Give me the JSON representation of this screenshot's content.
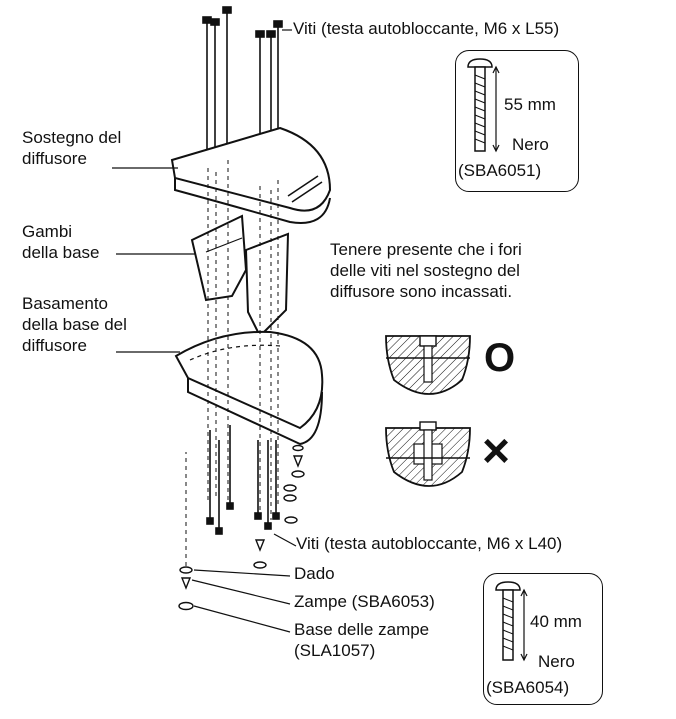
{
  "labels": {
    "screws_top": "Viti (testa autobloccante, M6 x L55)",
    "speaker_support_line1": "Sostegno del",
    "speaker_support_line2": "diffusore",
    "base_legs_line1": "Gambi",
    "base_legs_line2": "della base",
    "stand_base_line1": "Basamento",
    "stand_base_line2": "della base del",
    "stand_base_line3": "diffusore",
    "screws_bottom": "Viti (testa autobloccante, M6 x L40)",
    "nut": "Dado",
    "feet": "Zampe (SBA6053)",
    "feet_base_line1": "Base delle zampe",
    "feet_base_line2": "(SLA1057)"
  },
  "note": {
    "line1": "Tenere presente che i fori",
    "line2": "delle viti nel sostegno del",
    "line3": "diffusore sono incassati."
  },
  "callout_top": {
    "length": "55 mm",
    "color": "Nero",
    "code": "(SBA6051)"
  },
  "callout_bottom": {
    "length": "40 mm",
    "color": "Nero",
    "code": "(SBA6054)"
  },
  "marks": {
    "correct": "O",
    "wrong": "×"
  }
}
